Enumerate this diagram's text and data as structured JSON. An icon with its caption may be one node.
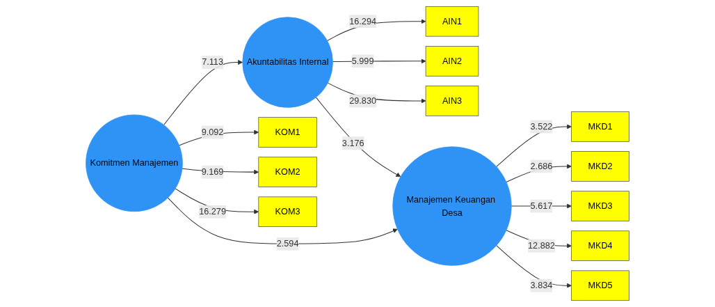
{
  "diagram": {
    "nodes": [
      {
        "text": [
          "AIN1"
        ]
      },
      {
        "text": [
          "AIN2"
        ]
      },
      {
        "text": [
          "AIN3"
        ]
      },
      {
        "text": [
          "Akuntabilitas Internal"
        ]
      },
      {
        "text": [
          "KOM1"
        ]
      },
      {
        "text": [
          "KOM2"
        ]
      },
      {
        "text": [
          "KOM3"
        ]
      },
      {
        "text": [
          "Komitmen Manajemen"
        ]
      },
      {
        "text": [
          "MKD1"
        ]
      },
      {
        "text": [
          "MKD2"
        ]
      },
      {
        "text": [
          "MKD3"
        ]
      },
      {
        "text": [
          "MKD4"
        ]
      },
      {
        "text": [
          "MKD5"
        ]
      },
      {
        "text": [
          "Manajemen Keuangan Desa"
        ]
      }
    ],
    "edges": [
      {
        "from": 3,
        "to": 0,
        "arrow": "to",
        "label": "16.294"
      },
      {
        "from": 3,
        "to": 1,
        "arrow": "to",
        "label": "5.999"
      },
      {
        "from": 3,
        "to": 2,
        "arrow": "to",
        "label": "29.830"
      },
      {
        "from": 7,
        "to": 3,
        "arrow": "to",
        "label": "7.113"
      },
      {
        "from": 3,
        "to": 13,
        "arrow": "to",
        "label": "3.176"
      },
      {
        "from": 7,
        "to": 13,
        "arrow": "to",
        "label": "2.594"
      },
      {
        "from": 7,
        "to": 4,
        "arrow": "to",
        "label": "9.092"
      },
      {
        "from": 7,
        "to": 5,
        "arrow": "to",
        "label": "9.169"
      },
      {
        "from": 7,
        "to": 6,
        "arrow": "to",
        "label": "16.279"
      },
      {
        "from": 13,
        "to": 8,
        "arrow": "to",
        "label": "3.522"
      },
      {
        "from": 13,
        "to": 9,
        "arrow": "to",
        "label": "2.686"
      },
      {
        "from": 13,
        "to": 10,
        "arrow": "to",
        "label": "5.617"
      },
      {
        "from": 13,
        "to": 11,
        "arrow": "to",
        "label": "12.882"
      },
      {
        "from": 13,
        "to": 12,
        "arrow": "to",
        "label": "3.834"
      }
    ]
  }
}
